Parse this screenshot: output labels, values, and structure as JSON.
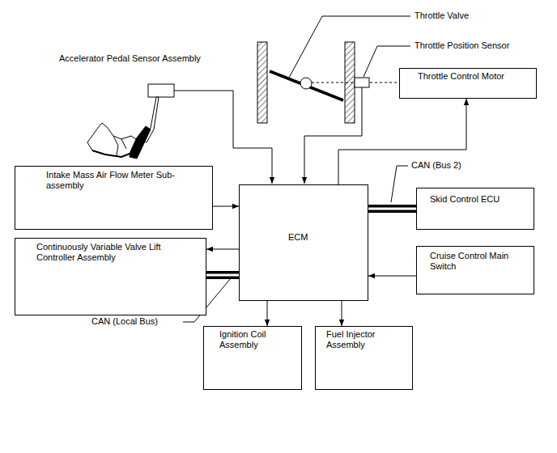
{
  "diagram": {
    "nodes": [
      {
        "text": [
          "Throttle Control Motor"
        ]
      },
      {
        "text": [
          "Intake Mass Air Flow Meter Sub-assembly"
        ]
      },
      {
        "text": [
          "ECM"
        ]
      },
      {
        "text": [
          "Skid Control ECU"
        ]
      },
      {
        "text": [
          "Continuously Variable Valve Lift Controller Assembly"
        ]
      },
      {
        "text": [
          "Cruise Control Main Switch"
        ]
      },
      {
        "text": [
          "Ignition Coil Assembly"
        ]
      },
      {
        "text": [
          "Fuel Injector Assembly"
        ]
      }
    ],
    "edges": [
      {
        "from": 2,
        "to": 0,
        "arrow": "to"
      },
      {
        "from": 1,
        "to": 2,
        "arrow": "to"
      },
      {
        "from": 2,
        "to": 3,
        "arrow": "none"
      },
      {
        "from": 2,
        "to": 4,
        "arrow": "to"
      },
      {
        "from": 2,
        "to": 4,
        "arrow": "none"
      },
      {
        "from": 5,
        "to": 2,
        "arrow": "to"
      },
      {
        "from": 2,
        "to": 6,
        "arrow": "to"
      },
      {
        "from": 2,
        "to": 7,
        "arrow": "to"
      }
    ],
    "labels": [
      "Throttle Valve",
      "Throttle Position Sensor",
      "Accelerator Pedal Sensor Assembly",
      "CAN (Bus 2)",
      "CAN (Local Bus)"
    ]
  }
}
